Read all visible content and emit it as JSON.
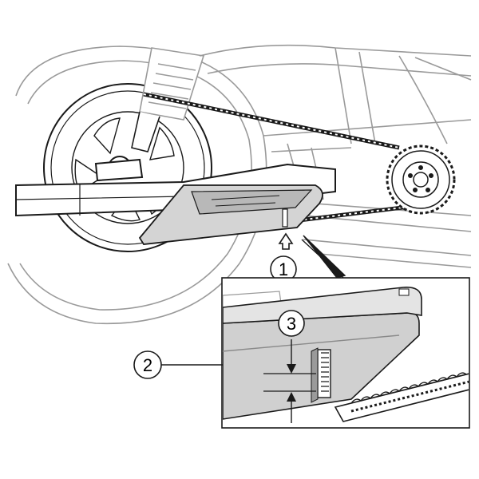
{
  "callouts": [
    {
      "label": "1"
    },
    {
      "label": "2"
    },
    {
      "label": "3"
    }
  ],
  "colors": {
    "line": "#1a1a1a",
    "light_line": "#9a9a9a",
    "guard_fill": "#cfcfcf",
    "guard_dark": "#a8a8a8",
    "background": "#ffffff"
  }
}
